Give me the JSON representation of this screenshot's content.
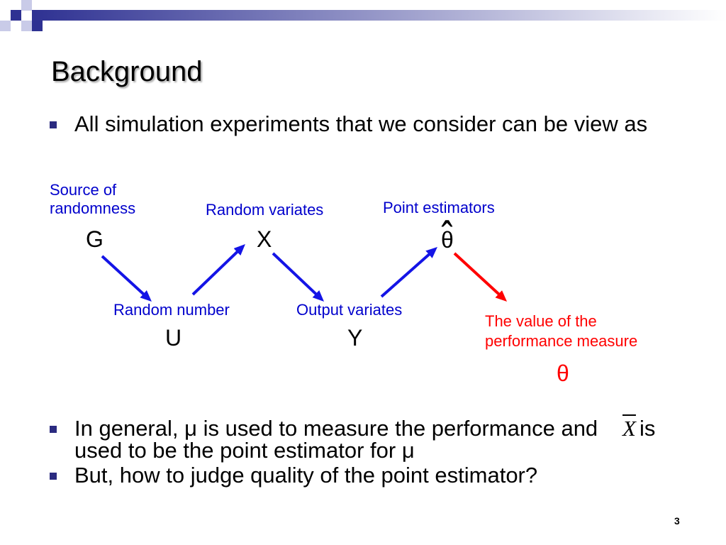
{
  "slide": {
    "title": "Background",
    "page_number": "3"
  },
  "bullets": [
    {
      "text": "All simulation experiments that we consider can be view as"
    },
    {
      "text": "In general, μ is used to measure the performance and",
      "symbol": "X",
      "text_after_symbol": "is",
      "continuation": "used to be the point estimator for μ"
    },
    {
      "text": "But, how to judge quality of the point estimator?"
    }
  ],
  "diagram": {
    "source": {
      "label": [
        "Source of",
        "randomness"
      ],
      "symbol": "G"
    },
    "random_number": {
      "label": "Random number",
      "symbol": "U"
    },
    "random_variates": {
      "label": "Random variates",
      "symbol": "X"
    },
    "output_variates": {
      "label": "Output variates",
      "symbol": "Y"
    },
    "point_estimators": {
      "label": "Point estimators",
      "symbol": "θ",
      "symbol_accent": "ˆ"
    },
    "performance_measure": {
      "label": [
        "The value of the",
        "performance measure"
      ],
      "symbol": "θ"
    }
  },
  "colors": {
    "template_navy": "#2E3192",
    "template_lavender": "#C9CBE8",
    "bullet_navy": "#2B2B80",
    "label_blue": "#0000CC",
    "arrow_blue": "#1414E6",
    "highlight_red": "#FF0000"
  }
}
